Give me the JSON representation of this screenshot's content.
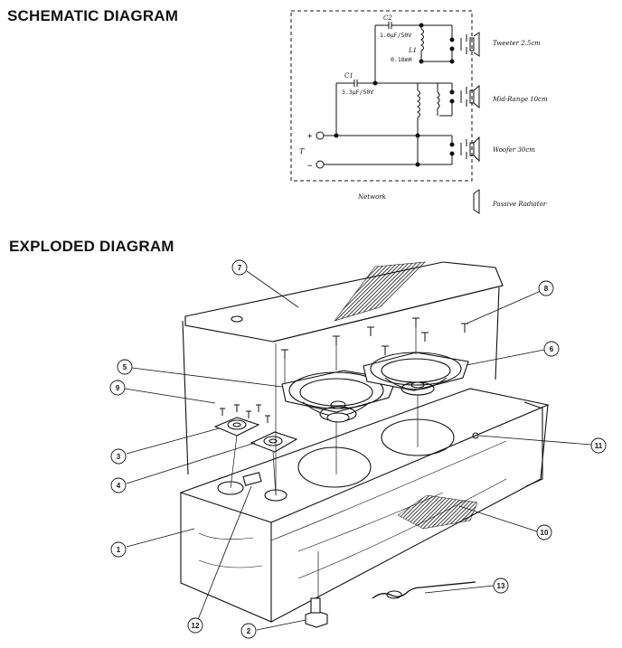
{
  "headings": {
    "schematic": "SCHEMATIC DIAGRAM",
    "exploded": "EXPLODED DIAGRAM"
  },
  "schematic": {
    "c2_label": "C2",
    "c2_value": "1.0μF/50V",
    "l1_label": "L1",
    "l1_value": "0.18mH",
    "c1_label": "C1",
    "c1_value": "3.3μF/50V",
    "tweeter": "Tweeter 2.5cm",
    "midrange": "Mid-Range 10cm",
    "woofer": "Woofer 30cm",
    "network": "Network",
    "passive_radiator": "Passive Radiator",
    "terminal_plus": "+",
    "terminal_minus": "−",
    "terminal_t": "T"
  },
  "callouts": [
    "1",
    "2",
    "3",
    "4",
    "5",
    "6",
    "7",
    "8",
    "9",
    "10",
    "11",
    "12",
    "13"
  ]
}
